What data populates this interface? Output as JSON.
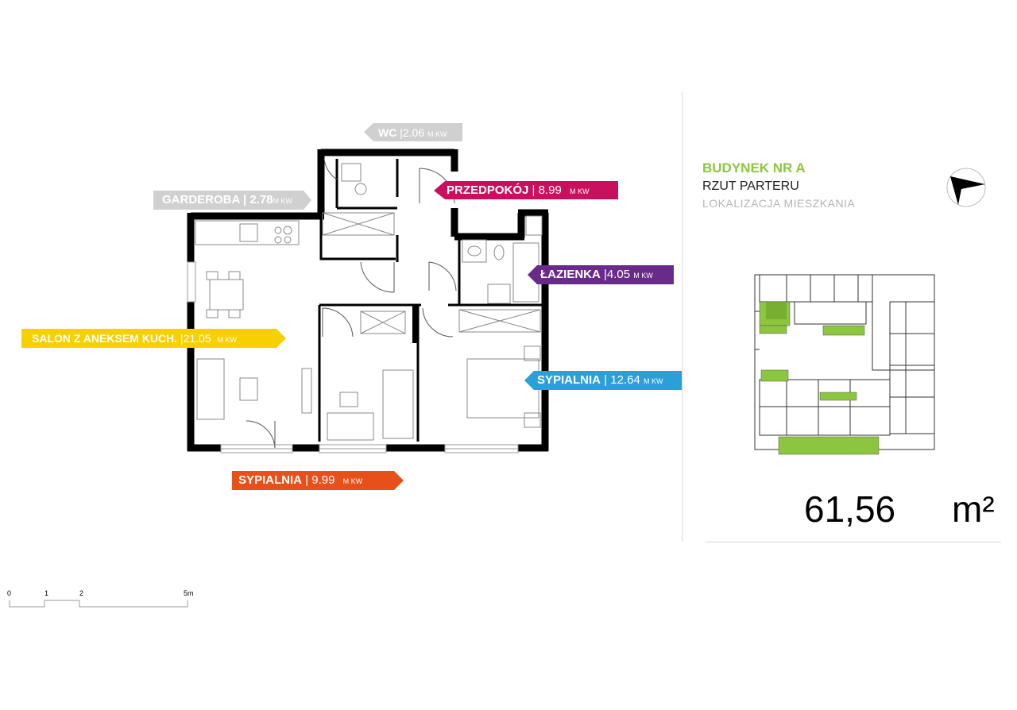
{
  "rooms": [
    {
      "id": "wc",
      "name": "WC",
      "area": "2.06",
      "unit": "M KW",
      "color": "#cfcfcf",
      "side": "left"
    },
    {
      "id": "przedpokoj",
      "name": "PRZEDPOKÓJ",
      "area": "8.99",
      "unit": "M KW",
      "color": "#c8105e",
      "side": "left"
    },
    {
      "id": "garderoba",
      "name": "GARDEROBA",
      "area": "2.78",
      "unit": "M KW",
      "color": "#cfcfcf",
      "side": "right"
    },
    {
      "id": "lazienka",
      "name": "ŁAZIENKA",
      "area": "4.05",
      "unit": "M KW",
      "color": "#6a2a8a",
      "side": "left"
    },
    {
      "id": "salon",
      "name": "SALON Z ANEKSEM KUCH.",
      "area": "21.05",
      "unit": "M KW",
      "color": "#f7d000",
      "side": "right"
    },
    {
      "id": "sypialnia1",
      "name": "SYPIALNIA",
      "area": "12.64",
      "unit": "M KW",
      "color": "#2a9fd8",
      "side": "left"
    },
    {
      "id": "sypialnia2",
      "name": "SYPIALNIA",
      "area": "9.99",
      "unit": "M KW",
      "color": "#e8501a",
      "side": "right"
    }
  ],
  "info": {
    "building": "BUDYNEK NR A",
    "floor": "RZUT PARTERU",
    "location_label": "LOKALIZACJA MIESZKANIA",
    "total_area": "61,56",
    "total_unit": "m²"
  },
  "scale": {
    "ticks": [
      "0",
      "1",
      "2",
      "5m"
    ]
  },
  "colors": {
    "accent_green": "#8cc63f",
    "wall": "#000000",
    "line": "#bdbdbd"
  }
}
